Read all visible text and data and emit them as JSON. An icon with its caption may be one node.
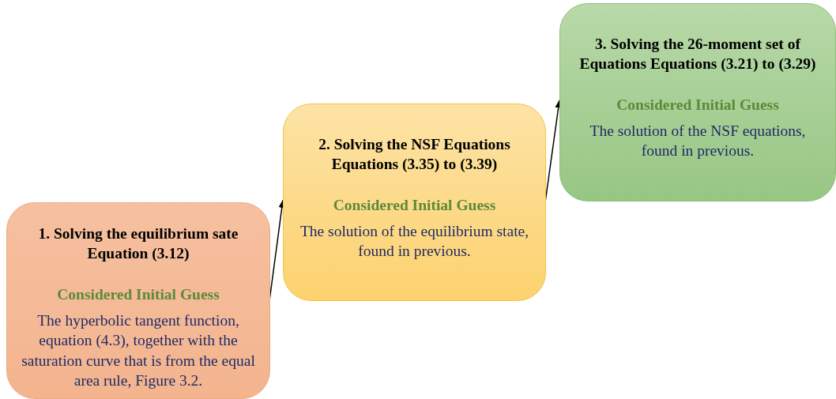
{
  "diagram": {
    "nodes": [
      {
        "text": [
          "1. Solving the equilibrium sate Equation (3.12)",
          "Considered Initial Guess",
          "The hyperbolic tangent function, equation (4.3), together with the saturation curve that is from the equal area rule, Figure 3.2."
        ]
      },
      {
        "text": [
          "2. Solving the NSF Equations Equations (3.35) to (3.39)",
          "Considered Initial Guess",
          "The solution of the equilibrium state, found in previous."
        ]
      },
      {
        "text": [
          "3. Solving the 26-moment set of Equations Equations (3.21) to (3.29)",
          "Considered Initial Guess",
          "The solution of the NSF equations, found in previous."
        ]
      }
    ],
    "edges": [
      {
        "from": 0,
        "to": 1,
        "arrow": "to"
      },
      {
        "from": 1,
        "to": 2,
        "arrow": "to"
      }
    ]
  }
}
